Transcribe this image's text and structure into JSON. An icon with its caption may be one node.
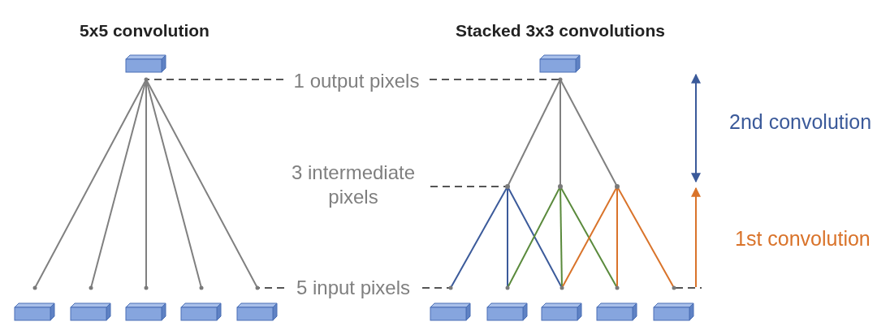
{
  "diagram": {
    "nodes": [
      {
        "text": [],
        "shape": "box"
      },
      {
        "text": [
          "1 output pixels"
        ]
      },
      {
        "text": [],
        "shape": "box"
      },
      {
        "text": [
          "3 intermediate pixels"
        ]
      },
      {
        "text": [],
        "shape": "circle"
      },
      {
        "text": [],
        "shape": "circle"
      },
      {
        "text": [],
        "shape": "circle"
      },
      {
        "text": [],
        "shape": "box"
      },
      {
        "text": [],
        "shape": "box"
      },
      {
        "text": [],
        "shape": "box"
      },
      {
        "text": [],
        "shape": "box"
      },
      {
        "text": [],
        "shape": "box"
      },
      {
        "text": [
          "5 input pixels"
        ]
      },
      {
        "text": [],
        "shape": "box"
      },
      {
        "text": [],
        "shape": "box"
      },
      {
        "text": [],
        "shape": "box"
      },
      {
        "text": [],
        "shape": "box"
      },
      {
        "text": [],
        "shape": "box"
      }
    ],
    "edges": [
      {
        "from": 0,
        "to": 7,
        "arrow": "none"
      },
      {
        "from": 0,
        "to": 8,
        "arrow": "none"
      },
      {
        "from": 0,
        "to": 9,
        "arrow": "none"
      },
      {
        "from": 0,
        "to": 10,
        "arrow": "none"
      },
      {
        "from": 0,
        "to": 11,
        "arrow": "none"
      },
      {
        "from": 2,
        "to": 4,
        "arrow": "none"
      },
      {
        "from": 2,
        "to": 5,
        "arrow": "none"
      },
      {
        "from": 2,
        "to": 6,
        "arrow": "none"
      },
      {
        "from": 4,
        "to": 13,
        "arrow": "none",
        "color": "#3b5a9a"
      },
      {
        "from": 4,
        "to": 14,
        "arrow": "none",
        "color": "#3b5a9a"
      },
      {
        "from": 4,
        "to": 15,
        "arrow": "none",
        "color": "#3b5a9a"
      },
      {
        "from": 5,
        "to": 14,
        "arrow": "none",
        "color": "#5a8a3c"
      },
      {
        "from": 5,
        "to": 15,
        "arrow": "none",
        "color": "#5a8a3c"
      },
      {
        "from": 5,
        "to": 16,
        "arrow": "none",
        "color": "#5a8a3c"
      },
      {
        "from": 6,
        "to": 15,
        "arrow": "none",
        "color": "#d9732a"
      },
      {
        "from": 6,
        "to": 16,
        "arrow": "none",
        "color": "#d9732a"
      },
      {
        "from": 6,
        "to": 17,
        "arrow": "none",
        "color": "#d9732a"
      },
      {
        "from": 1,
        "to": 0,
        "arrow": "none",
        "style": "dashed",
        "color": "#555555"
      },
      {
        "from": 1,
        "to": 2,
        "arrow": "none",
        "style": "dashed",
        "color": "#555555"
      },
      {
        "from": 3,
        "to": 4,
        "arrow": "none",
        "style": "dashed",
        "color": "#555555"
      },
      {
        "from": 12,
        "to": 11,
        "arrow": "none",
        "style": "dashed",
        "color": "#555555"
      },
      {
        "from": 12,
        "to": 13,
        "arrow": "none",
        "style": "dashed",
        "color": "#555555"
      }
    ],
    "labels": [
      "5x5 convolution",
      "Stacked 3x3 convolutions",
      "2nd convolution",
      "1st convolution"
    ]
  }
}
